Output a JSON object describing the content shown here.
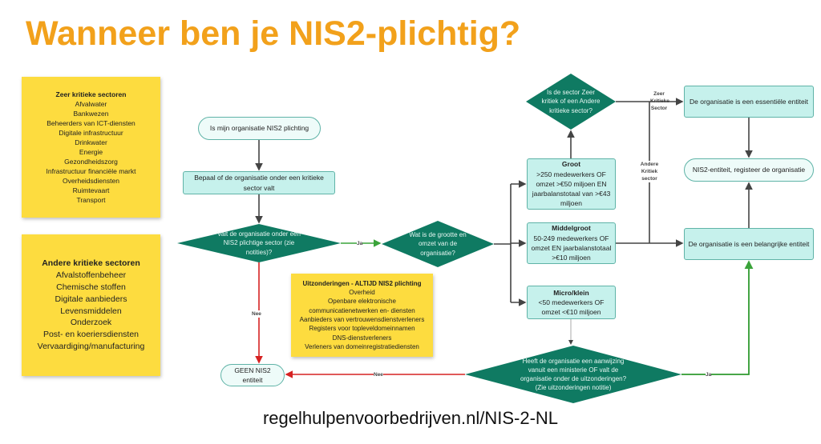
{
  "title": "Wanneer ben je NIS2-plichtig?",
  "zeer_kritiek": {
    "heading": "Zeer kritieke sectoren",
    "items": [
      "Afvalwater",
      "Bankwezen",
      "Beheerders van ICT-diensten",
      "Digitale infrastructuur",
      "Drinkwater",
      "Energie",
      "Gezondheidszorg",
      "Infrastructuur financiële markt",
      "Overheidsdiensten",
      "Ruimtevaart",
      "Transport"
    ]
  },
  "andere_kritiek": {
    "heading": "Andere kritieke sectoren",
    "items": [
      "Afvalstoffenbeheer",
      "Chemische stoffen",
      "Digitale aanbieders",
      "Levensmiddelen",
      "Onderzoek",
      "Post- en koeriersdiensten",
      "Vervaardiging/manufacturing"
    ]
  },
  "uitzonderingen": {
    "heading": "Uitzonderingen - ALTIJD NIS2 plichting",
    "items": [
      "Overheid",
      "Openbare elektronische",
      "communicatienetwerken en- diensten",
      "Aanbieders van vertrouwensdienstverleners",
      "Registers voor topleveldomeinnamen",
      "DNS-dienstverleners",
      "Verleners van domeinregistratiediensten"
    ]
  },
  "flow": {
    "start": "Is mijn organisatie NIS2 plichting",
    "bepaal": "Bepaal of de organisatie onder een kritieke sector valt",
    "q_sector": "Valt de organisatie onder een NIS2 plichtige sector (zie notities)?",
    "q_grootte": "Wat is de grootte en omzet van de organisatie?",
    "q_kritiek": "Is de sector Zeer kritiek of een Andere kritieke sector?",
    "groot_title": "Groot",
    "groot_text": ">250 medewerkers OF omzet >€50 miljoen EN jaarbalanstotaal van >€43 miljoen",
    "middel_title": "Middelgroot",
    "middel_text": "50-249 medewerkers OF omzet EN jaarbalanstotaal >€10 miljoen",
    "micro_title": "Micro/klein",
    "micro_text": "<50 medewerkers OF omzet <€10 miljoen",
    "q_aanwijzing": "Heeft de organisatie een aanwijzing vanuit een ministerie OF valt de organisatie onder de uitzonderingen? (Zie uitzonderingen notitie)",
    "essentieel": "De organisatie is een essentiële entiteit",
    "registreer": "NIS2-entiteit, registeer de organisatie",
    "belangrijk": "De organisatie is een belangrijke entiteit",
    "geen": "GEEN NIS2 entiteit"
  },
  "labels": {
    "ja1": "Ja",
    "nee1": "Nee",
    "zeer": "Zeer Kritieke Sector",
    "andere": "Andere Kritiek sector",
    "nee2": "Nee",
    "ja2": "Ja"
  },
  "url": "regelhulpenvoorbedrijven.nl/NIS-2-NL",
  "colors": {
    "title": "#F2A11B",
    "sticky": "#FDDC3F",
    "diamond": "#0F7A62",
    "box": "#C6F1EC",
    "yes": "#3aa33a",
    "no": "#d62222"
  }
}
